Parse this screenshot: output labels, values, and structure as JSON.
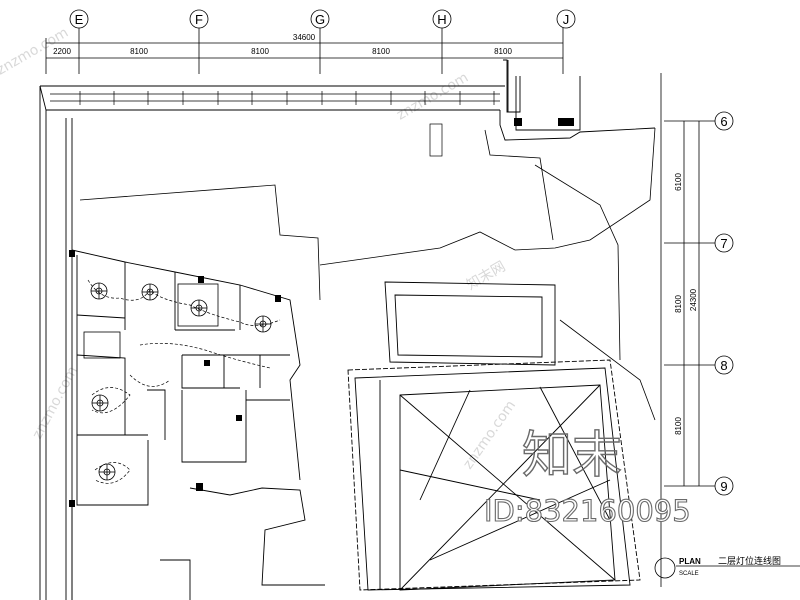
{
  "grid_top": {
    "labels": [
      "E",
      "F",
      "G",
      "H",
      "J"
    ],
    "overall_dimension": "34600",
    "segment_dimensions": [
      "2200",
      "8100",
      "8100",
      "8100",
      "8100"
    ]
  },
  "grid_right": {
    "labels": [
      "6",
      "7",
      "8",
      "9"
    ],
    "segment_dimensions": [
      "6100",
      "8100",
      "8100"
    ],
    "overall_dimension": "24300"
  },
  "title_block": {
    "plan_label": "PLAN",
    "scale_label": "SCALE",
    "drawing_title": "二层灯位连线图"
  },
  "watermark": {
    "logo_text": "知末",
    "id_text": "ID:832160095",
    "site_text": "znzmo.com",
    "brand_text": "知末网"
  },
  "colors": {
    "line": "#000000",
    "watermark": "#6a6a6a",
    "background": "#ffffff"
  }
}
